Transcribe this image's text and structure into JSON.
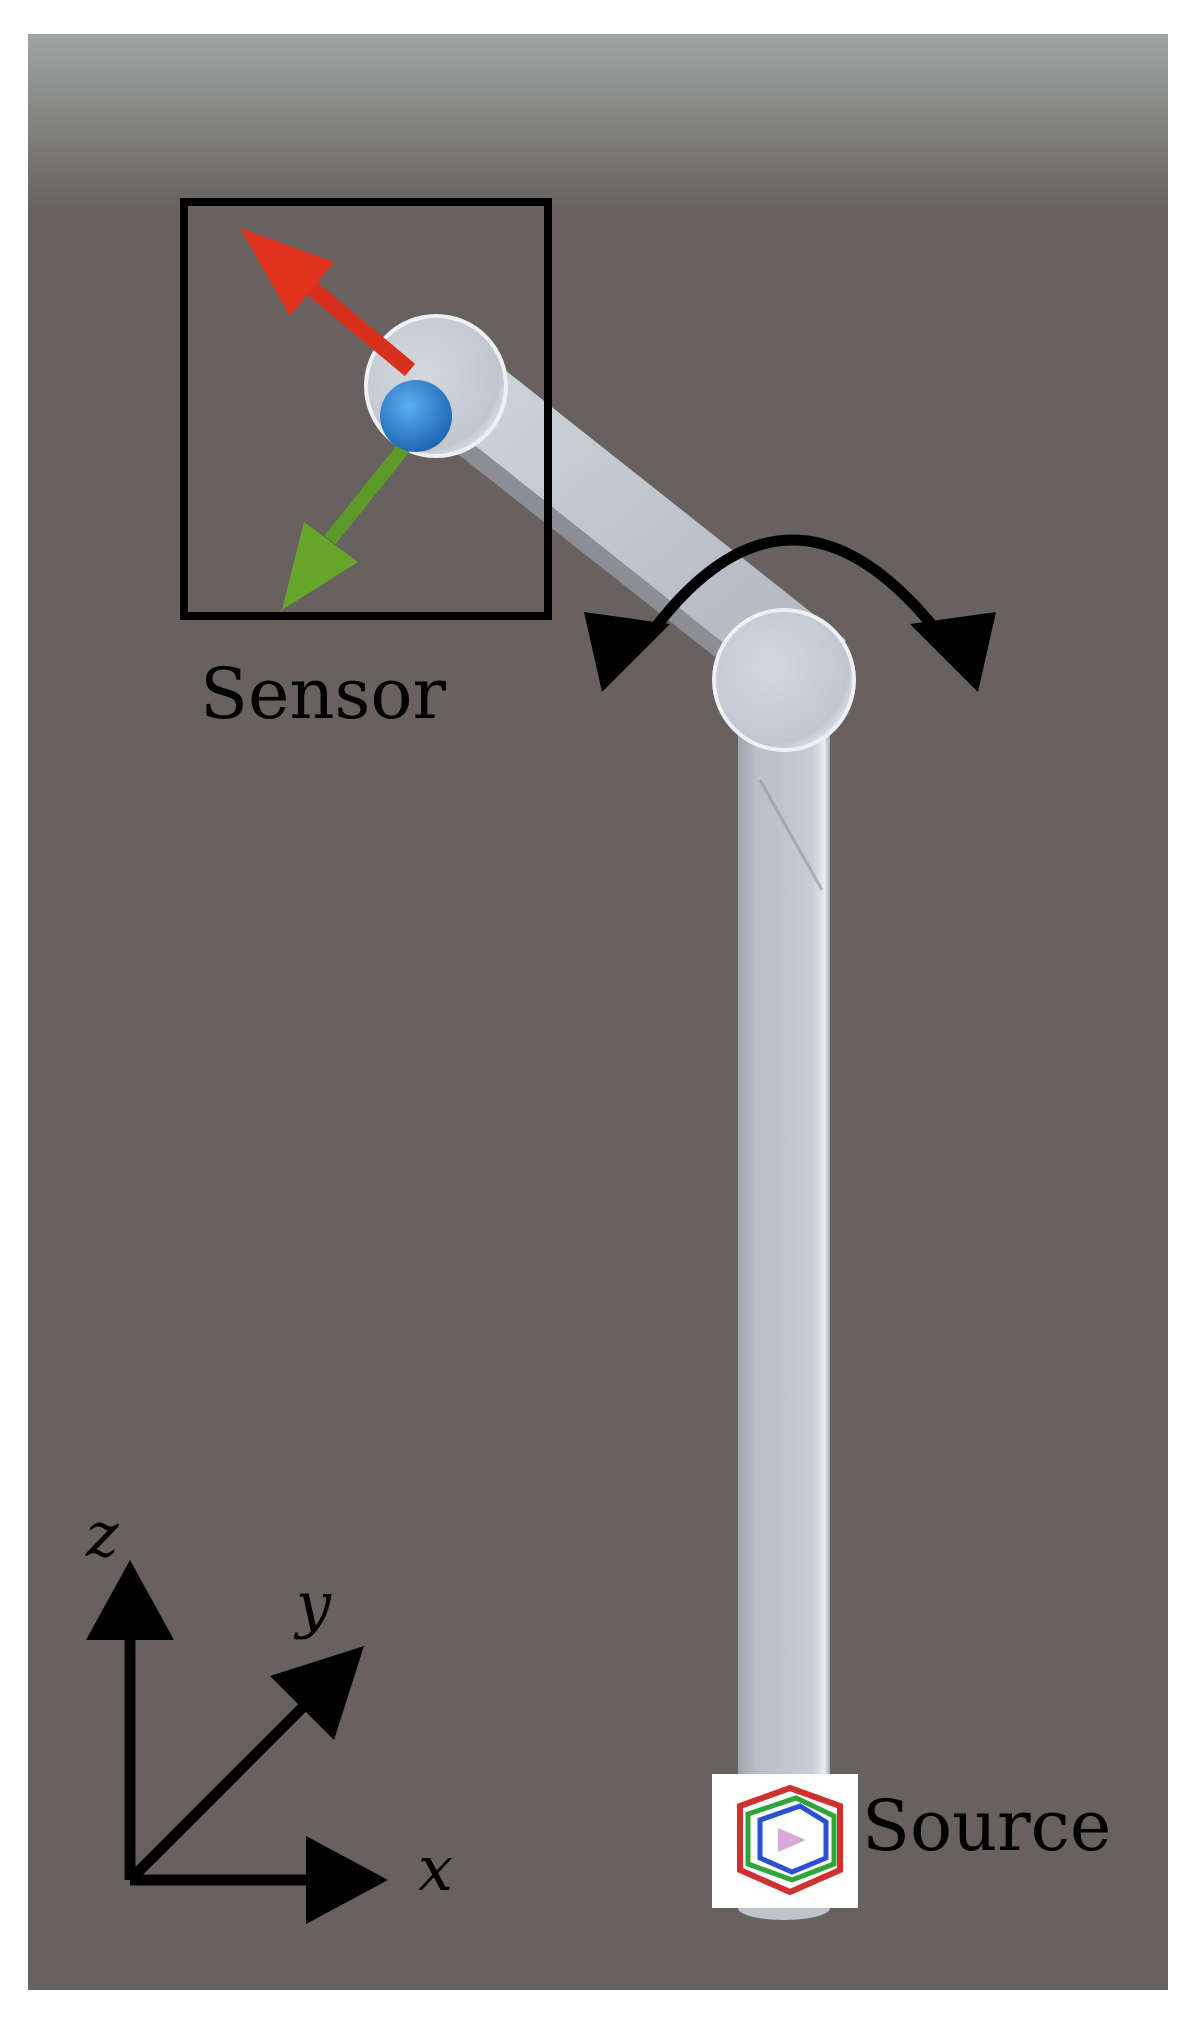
{
  "labels": {
    "sensor": "Sensor",
    "source": "Source"
  },
  "axes": {
    "x": "x",
    "y": "y",
    "z": "z"
  },
  "colors": {
    "background": "#676260",
    "sky_top": "#9fa5a3",
    "arm": "#c5c9d1",
    "arm_shade": "#a9aeb8",
    "gizmo_x": "#d9301e",
    "gizmo_y": "#5d9a2a",
    "gizmo_z": "#2b7fd1",
    "ink": "#000000"
  },
  "icons": {
    "rotation": "double-headed-curved-arrow-icon",
    "source": "voxel-cube-icon",
    "gizmo": "xyz-gizmo-icon"
  }
}
